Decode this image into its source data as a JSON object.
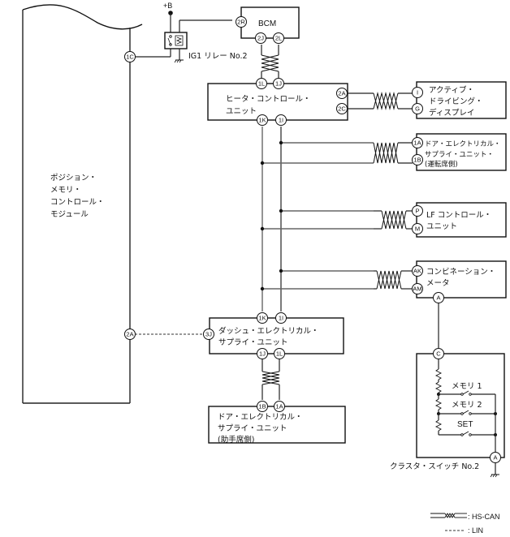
{
  "power": {
    "label": "+B"
  },
  "relay": {
    "name": "IG1 リレー No.2"
  },
  "modules": {
    "pmcm": {
      "lines": [
        "ポジション・",
        "メモリ・",
        "コントロール・",
        "モジュール"
      ],
      "pins": {
        "c1": "1C",
        "a2": "2A"
      }
    },
    "bcm": {
      "name": "BCM",
      "pins": {
        "r2": "2R",
        "j2": "2J",
        "l2": "2L"
      }
    },
    "hcu": {
      "lines": [
        "ヒータ・コントロール・",
        "ユニット"
      ],
      "pins": {
        "l1": "1L",
        "j1": "1J",
        "a2": "2A",
        "c2": "2C",
        "k1": "1K",
        "i1": "1I"
      }
    },
    "adisplay": {
      "lines": [
        "アクティブ・",
        "ドライビング・",
        "ディスプレイ"
      ],
      "pins": {
        "i": "I",
        "g": "G"
      }
    },
    "desu_driver": {
      "lines": [
        "ドア・エレクトリカル・",
        "サプライ・ユニット・",
        "(運転席側)"
      ],
      "pins": {
        "a1": "1A",
        "b1": "1B"
      }
    },
    "lf": {
      "lines": [
        "LF コントロール・",
        "ユニット"
      ],
      "pins": {
        "p": "P",
        "m": "M"
      }
    },
    "meter": {
      "lines": [
        "コンビネーション・",
        "メータ"
      ],
      "pins": {
        "ak": "AK",
        "am": "AM",
        "a": "A"
      }
    },
    "dash_esu": {
      "lines": [
        "ダッシュ・エレクトリカル・",
        "サプライ・ユニット"
      ],
      "pins": {
        "k1": "1K",
        "i1": "1I",
        "j3": "3J",
        "j1": "1J",
        "l1": "1L"
      }
    },
    "desu_passenger": {
      "lines": [
        "ドア・エレクトリカル・",
        "サプライ・ユニット",
        "(助手席側)"
      ],
      "pins": {
        "b1": "1B",
        "a1": "1A"
      }
    },
    "cluster_switch": {
      "name": "クラスタ・スイッチ No.2",
      "pins": {
        "c": "C",
        "a": "A"
      },
      "switches": [
        "メモリ 1",
        "メモリ 2",
        "SET"
      ]
    }
  },
  "legend": [
    {
      "icon": "twisted-pair-icon",
      "label": ": HS-CAN"
    },
    {
      "icon": "dashed-line-icon",
      "label": ": LIN"
    }
  ]
}
